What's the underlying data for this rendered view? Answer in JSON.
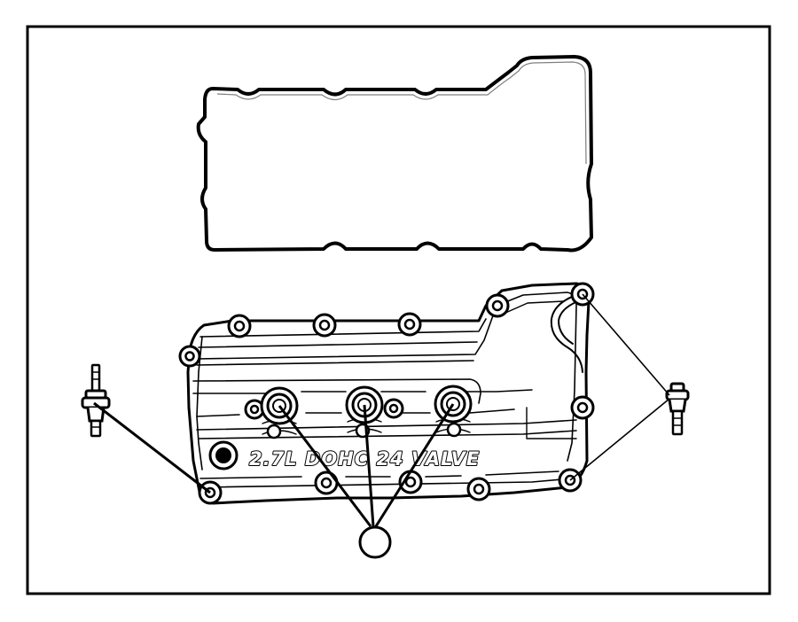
{
  "diagram": {
    "cover_text": "2.7L DOHC 24 VALVE",
    "colors": {
      "line": "#000000",
      "background": "#ffffff",
      "text_fill": "#ffffff"
    },
    "callouts": [
      {
        "target": "stud-left",
        "circle_label": ""
      },
      {
        "target": "spark-plug-tubes",
        "circle_label": ""
      },
      {
        "target": "stud-right",
        "circle_label": ""
      }
    ]
  }
}
